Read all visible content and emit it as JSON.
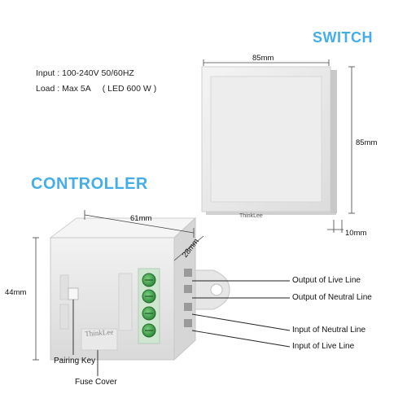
{
  "switch": {
    "heading": "SWITCH",
    "brand": "ThinkLee",
    "width_label": "85mm",
    "height_label": "85mm",
    "depth_label": "10mm"
  },
  "controller": {
    "heading": "CONTROLLER",
    "brand": "ThinkLee",
    "length_label": "61mm",
    "depth_label": "28mm",
    "height_label": "44mm"
  },
  "specs": {
    "input": "Input : 100-240V   50/60HZ",
    "load": "Load : Max 5A     ( LED 600 W )"
  },
  "callouts": {
    "output_live": "Output of Live Line",
    "output_neutral": "Output of Neutral Line",
    "input_neutral": "Input of Neutral Line",
    "input_live": "Input of Live Line",
    "pairing_key": "Pairing Key",
    "fuse_cover": "Fuse Cover"
  },
  "colors": {
    "heading": "#45aee8",
    "terminal": "#3fa34d",
    "body": "#ececec"
  }
}
